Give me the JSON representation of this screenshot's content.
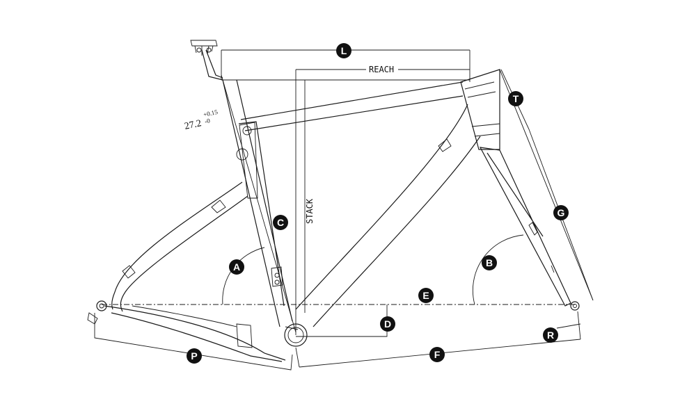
{
  "labels": {
    "reach": "REACH",
    "stack": "STACK",
    "seatpost_main": "27.2",
    "seatpost_tol_upper": "+0.15",
    "seatpost_tol_lower": "-0"
  },
  "dimension_letters": {
    "A": "A",
    "B": "B",
    "C": "C",
    "D": "D",
    "E": "E",
    "F": "F",
    "G": "G",
    "L": "L",
    "P": "P",
    "R": "R",
    "T": "T"
  }
}
